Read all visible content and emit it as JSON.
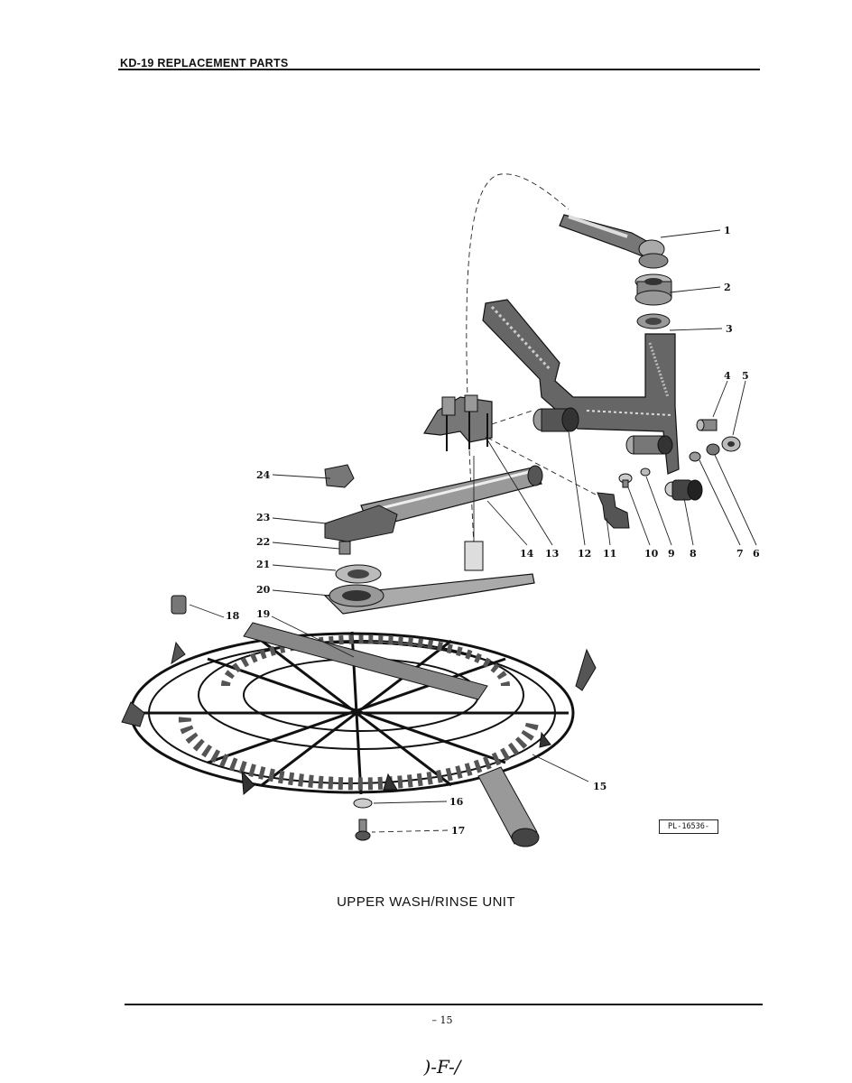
{
  "header": {
    "title": "KD-19 REPLACEMENT PARTS"
  },
  "figure": {
    "callouts": [
      "1",
      "2",
      "3",
      "4",
      "5",
      "6",
      "7",
      "8",
      "9",
      "10",
      "11",
      "12",
      "13",
      "14",
      "15",
      "16",
      "17",
      "18",
      "19",
      "20",
      "21",
      "22",
      "23",
      "24"
    ],
    "part_code": "PL-16536-"
  },
  "caption": "UPPER WASH/RINSE UNIT",
  "footer": {
    "page_number": "– 15",
    "handwritten_note": ")-F-/"
  },
  "colors": {
    "ink": "#111111",
    "paper": "#ffffff"
  }
}
